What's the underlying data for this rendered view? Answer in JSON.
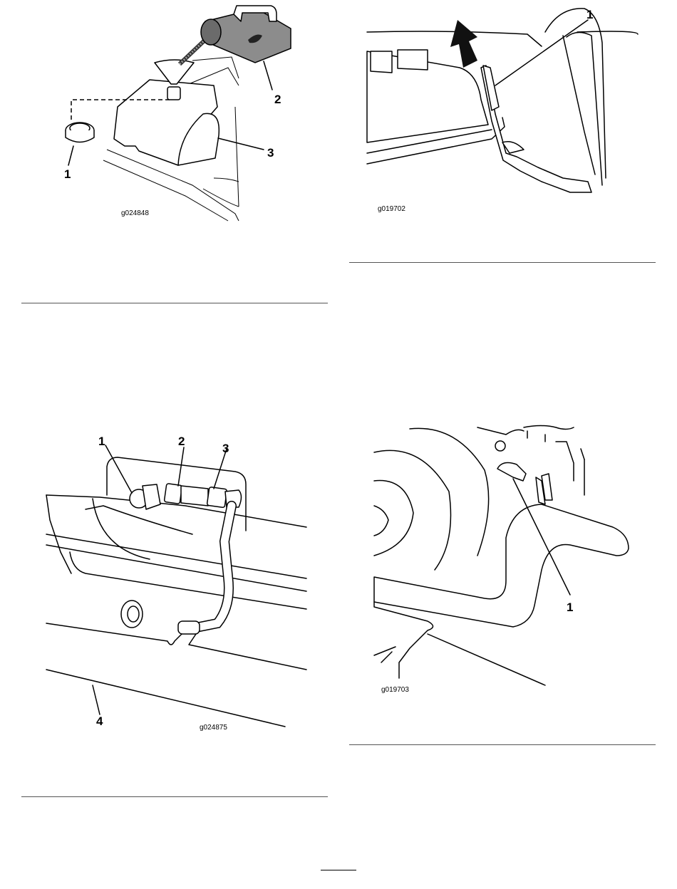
{
  "figures": [
    {
      "id": "g024848",
      "callouts": [
        "1",
        "2",
        "3"
      ]
    },
    {
      "id": "g019702",
      "callouts": [
        "1"
      ]
    },
    {
      "id": "g024875",
      "callouts": [
        "1",
        "2",
        "3",
        "4"
      ]
    },
    {
      "id": "g019703",
      "callouts": [
        "1"
      ]
    }
  ]
}
